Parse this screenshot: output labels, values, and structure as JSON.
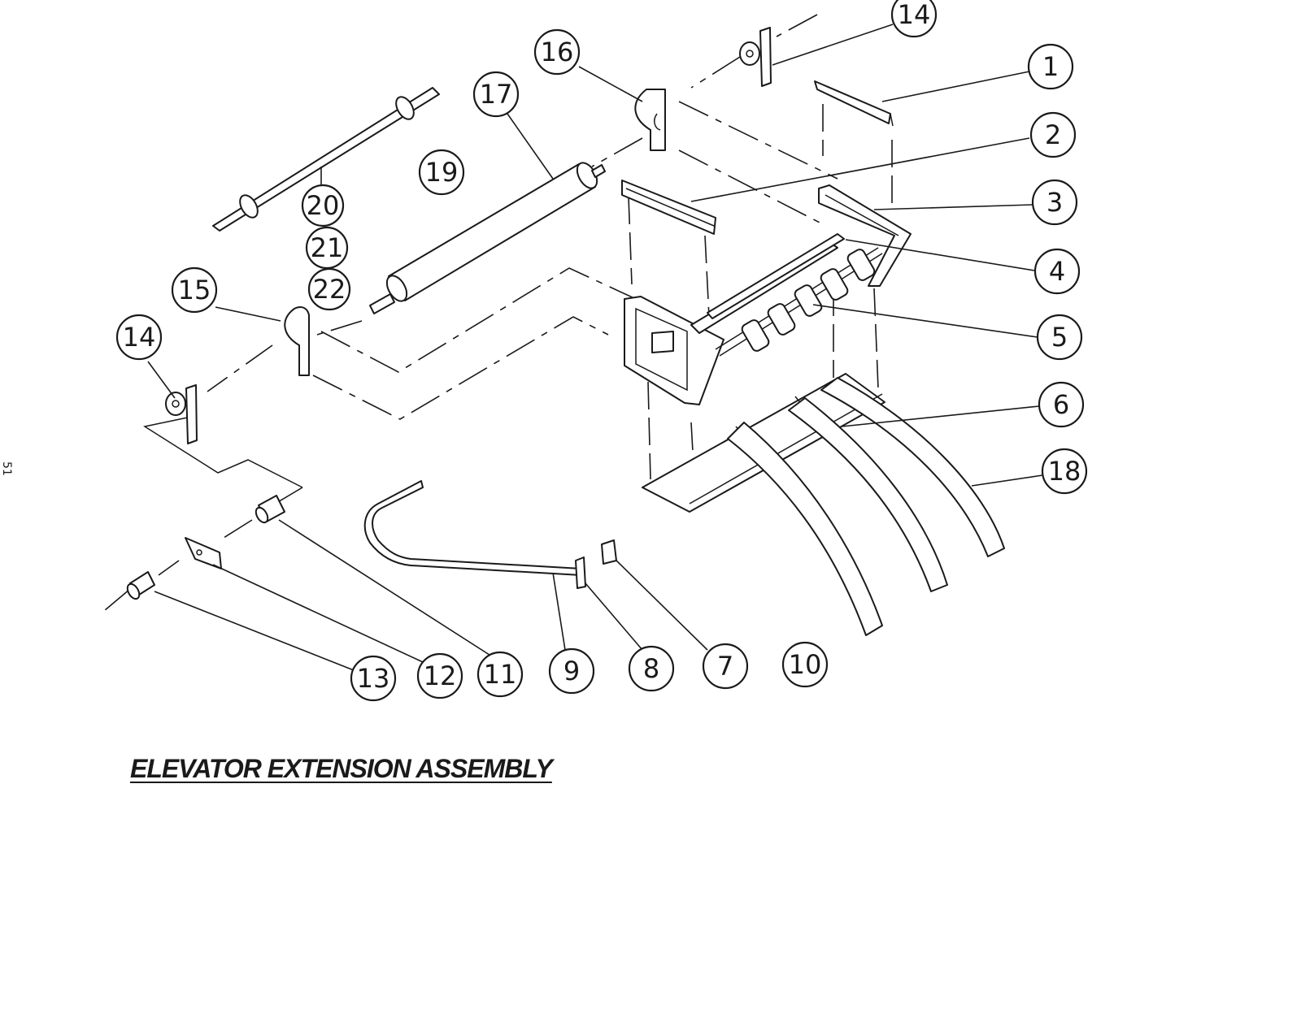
{
  "title": "ELEVATOR EXTENSION ASSEMBLY",
  "page_number": "51",
  "callouts": [
    "14",
    "1",
    "16",
    "17",
    "2",
    "19",
    "20",
    "3",
    "21",
    "4",
    "22",
    "15",
    "5",
    "14",
    "6",
    "18",
    "13",
    "12",
    "11",
    "9",
    "8",
    "7",
    "10"
  ]
}
